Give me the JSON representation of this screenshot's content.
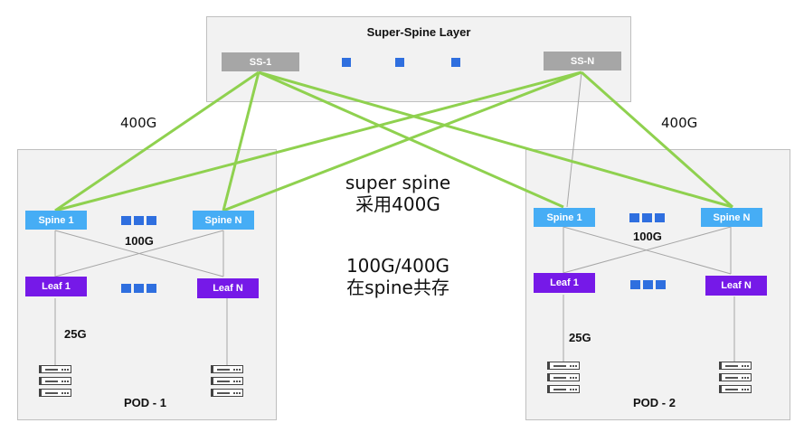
{
  "super_spine_layer": {
    "title": "Super-Spine Layer",
    "nodes": [
      {
        "label": "SS-1"
      },
      {
        "label": "SS-N"
      }
    ],
    "ellipsis_count": 3
  },
  "uplink_labels": {
    "left": "400G",
    "right": "400G"
  },
  "pods": [
    {
      "name": "POD - 1",
      "spines": [
        {
          "label": "Spine 1"
        },
        {
          "label": "Spine N"
        }
      ],
      "leaves": [
        {
          "label": "Leaf 1"
        },
        {
          "label": "Leaf N"
        }
      ],
      "spine_leaf_speed": "100G",
      "server_speed": "25G"
    },
    {
      "name": "POD - 2",
      "spines": [
        {
          "label": "Spine 1"
        },
        {
          "label": "Spine N"
        }
      ],
      "leaves": [
        {
          "label": "Leaf 1"
        },
        {
          "label": "Leaf N"
        }
      ],
      "spine_leaf_speed": "100G",
      "server_speed": "25G"
    }
  ],
  "annotation": {
    "line1": "super spine",
    "line2": "采用400G",
    "line3": "100G/400G",
    "line4": "在spine共存"
  },
  "colors": {
    "uplink": "#8fd14f",
    "internal_link": "#a6a6a6",
    "spine": "#46adf5",
    "leaf": "#7619e8",
    "super_spine": "#a6a6a6",
    "ellipsis": "#2f6fdf"
  }
}
